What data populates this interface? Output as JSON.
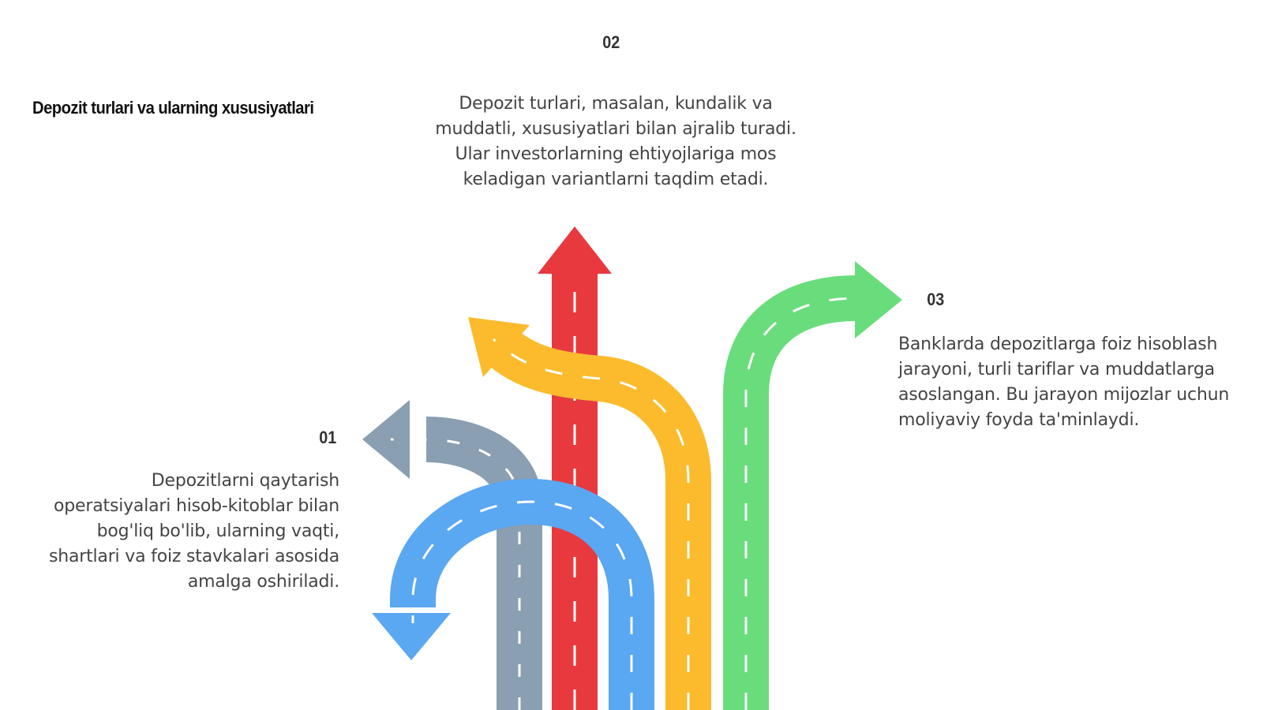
{
  "title": "Depozit turlari va ularning xususiyatlari",
  "steps": [
    {
      "number": "01",
      "text": "Depozitlarni qaytarish operatsiyalari hisob-kitoblar bilan bog'liq bo'lib, ularning vaqti, shartlari va foiz stavkalari asosida amalga oshiriladi."
    },
    {
      "number": "02",
      "text": "Depozit turlari, masalan, kundalik va muddatli, xususiyatlari bilan ajralib turadi. Ular investorlarning ehtiyojlariga mos keladigan variantlarni taqdim etadi."
    },
    {
      "number": "03",
      "text": "Banklarda depozitlarga foiz hisoblash jarayoni, turli tariflar va muddatlarga asoslangan. Bu jarayon mijozlar uchun moliyaviy foyda ta'minlaydi."
    }
  ],
  "colors": {
    "gray_road": "#8a9fb1",
    "red_road": "#e8393f",
    "yellow_road": "#fbbb2d",
    "green_road": "#69dd7b",
    "blue_road": "#5aa7f2",
    "lane_marking": "#ffffff"
  }
}
